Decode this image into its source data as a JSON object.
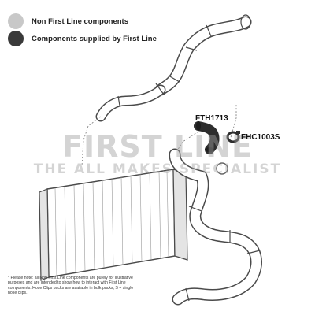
{
  "legend": {
    "items": [
      {
        "label": "Non First Line components",
        "color": "#c8c8c8"
      },
      {
        "label": "Components supplied by First Line",
        "color": "#3a3a3a"
      }
    ]
  },
  "parts": {
    "hose": {
      "code": "FTH1713"
    },
    "clip": {
      "code": "FHC1003S"
    }
  },
  "watermark": {
    "brand": "FIRST LINE",
    "tagline": "THE ALL MAKES SPECIALIST"
  },
  "footnote": "* Please note: all Non First Line components are purely for illustrative purposes and are intended to show how to interact with First Line components. Hose Clips packs are available in bulk packs, S = single hose clips.",
  "colors": {
    "non_first_line": "#c8c8c8",
    "first_line": "#3a3a3a",
    "outline": "#4a4a4a"
  }
}
